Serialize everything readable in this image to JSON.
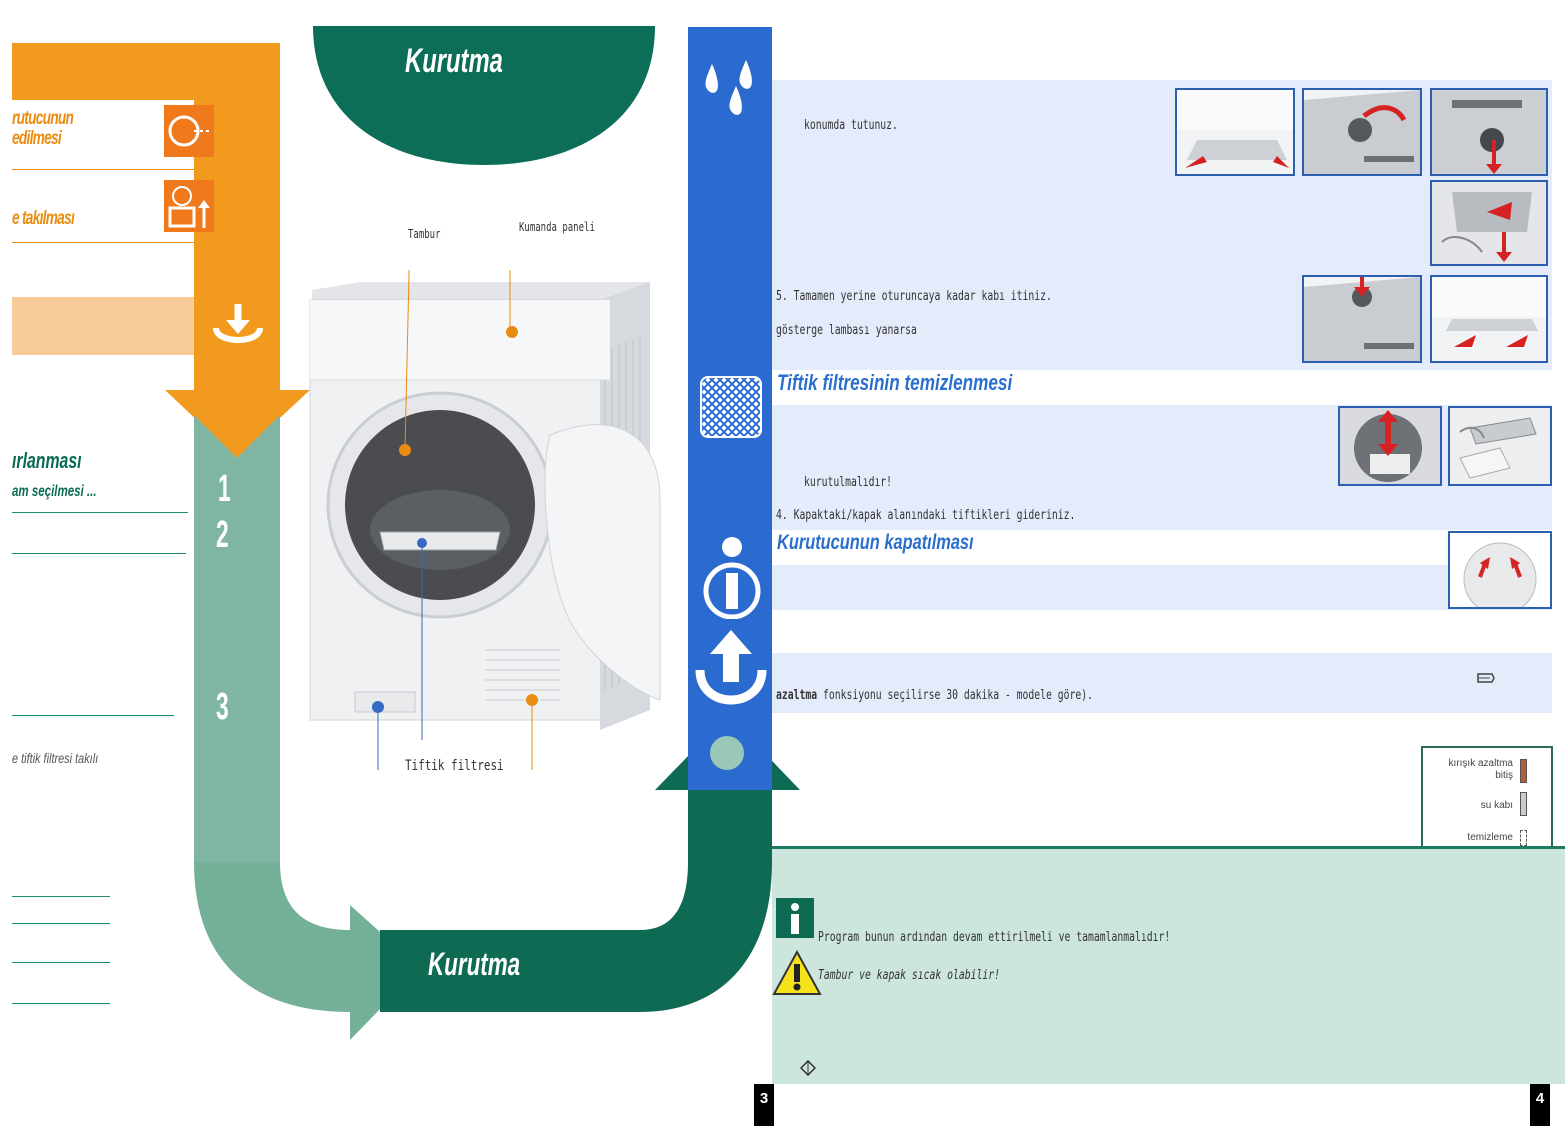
{
  "left_panel": {
    "top_items": [
      {
        "label": "rutucunun\nedilmesi",
        "icon": "door-open-icon"
      },
      {
        "label": "e takılması",
        "icon": "plug-in-icon"
      }
    ],
    "drop_icon": "hand-drop-icon",
    "section_title": "ırlanması",
    "section_sub": "am seçilmesi ...",
    "steps": [
      "1",
      "2",
      "3"
    ],
    "filter_note": "e tiftik filtresi takılı"
  },
  "center": {
    "top_title": "Kurutma",
    "bottom_title": "Kurutma",
    "callouts": {
      "drum": "Tambur",
      "panel": "Kumanda paneli",
      "filter": "Tiftik filtresi"
    }
  },
  "blue_column": {
    "icons": [
      "water-drops-icon",
      "filter-mesh-icon",
      "info-icon",
      "power-icon"
    ]
  },
  "right_panel": {
    "row1_text": "konumda tutunuz.",
    "step5_text": "5. Tamamen yerine oturuncaya kadar kabı itiniz.",
    "indicator_text": "gösterge lambası yanarsa",
    "lint_heading": "Tiftik filtresinin temizlenmesi",
    "lint_text1": "kurutulmalıdır!",
    "lint_text2": "4. Kapaktaki/kapak alanındaki tiftikleri gideriniz.",
    "off_heading": "Kurutucunun kapatılması",
    "crease_bold": "azaltma",
    "crease_text": "fonksiyonu seçilirse 30 dakika - modele göre).",
    "indicators": [
      "kırışık azaltma\nbitiş",
      "su kabı",
      "temizleme"
    ],
    "note_text": "Program bunun ardından devam ettirilmeli ve tamamlanmalıdır!",
    "warning_text": "Tambur ve kapak sıcak olabilir!",
    "page_left": "3",
    "page_right": "4"
  }
}
